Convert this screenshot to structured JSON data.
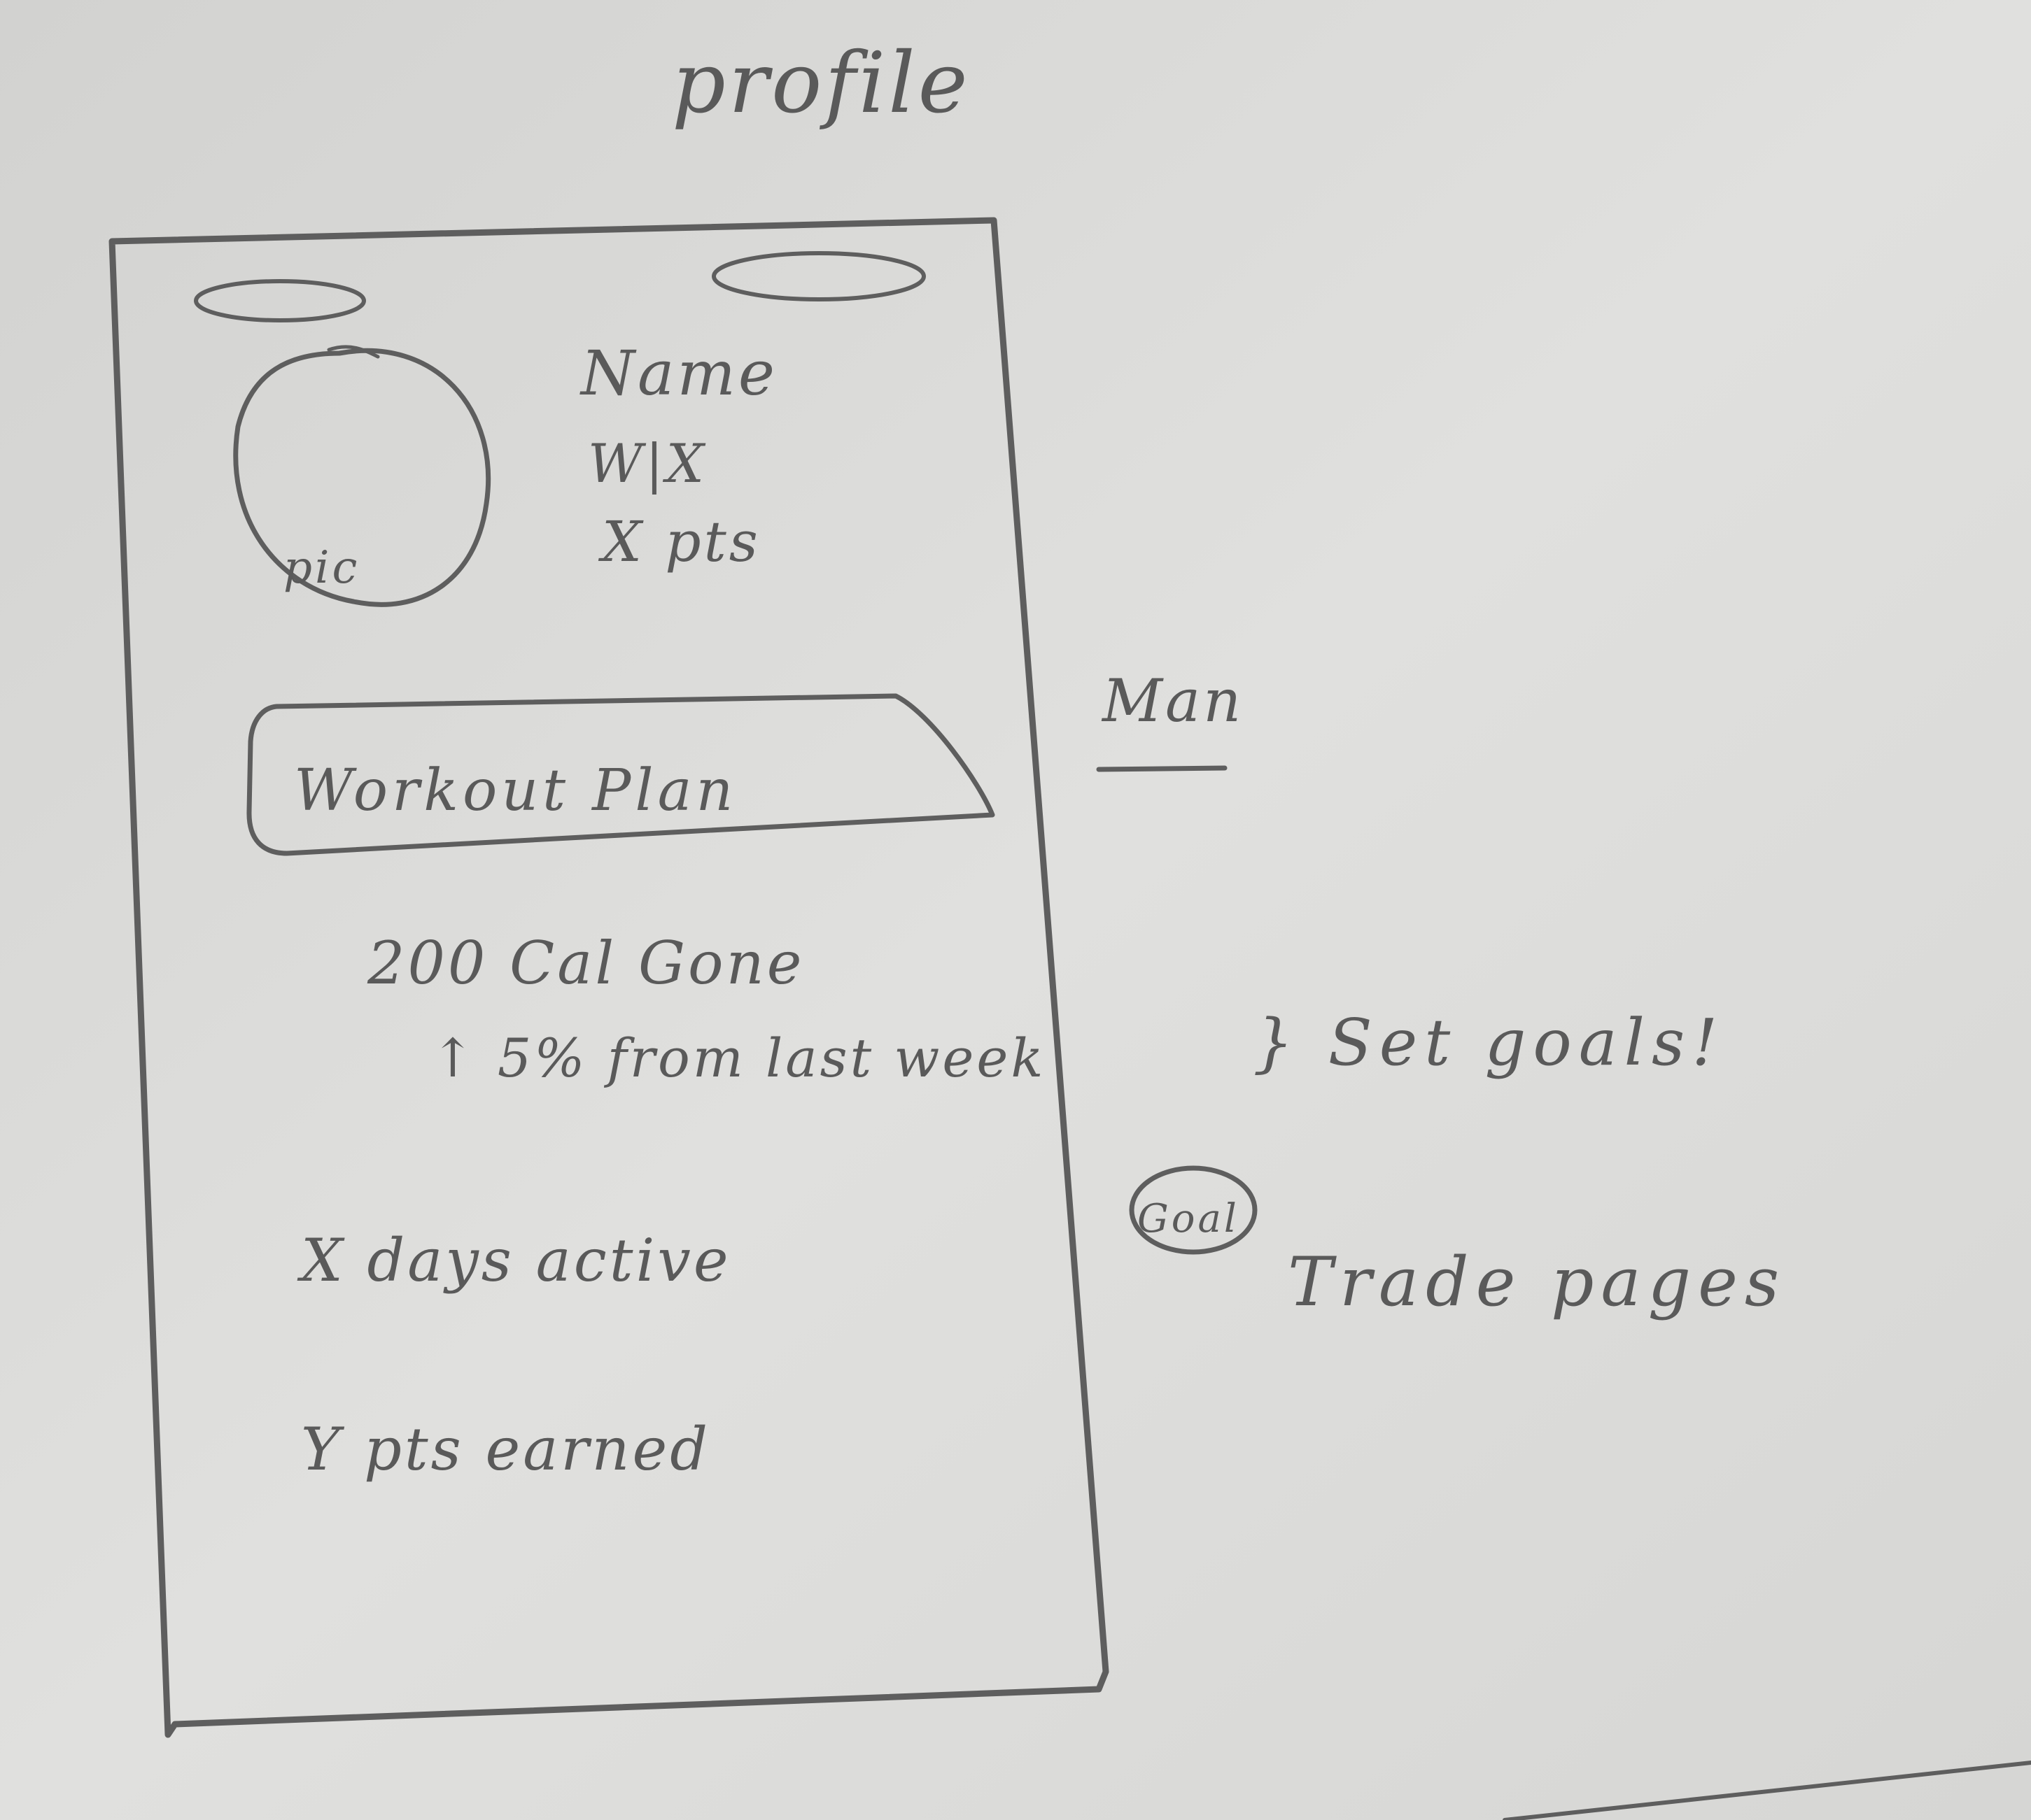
{
  "sketch": {
    "title": "profile",
    "phone": {
      "name": "Name",
      "win_loss": "W|X",
      "points": "X pts",
      "avatar_label": "pic",
      "button_label": "Workout Plan",
      "stat_calories_today": "200 Cal Gone",
      "stat_calories_change": "↑ 5% from last week",
      "stat_days_active": "X days active",
      "stat_points_earned": "Y pts earned"
    },
    "side_icon_label": "Man",
    "note_goals": "} Set goals!",
    "badge_label": "Goal",
    "note_pages": "Trade pages"
  }
}
